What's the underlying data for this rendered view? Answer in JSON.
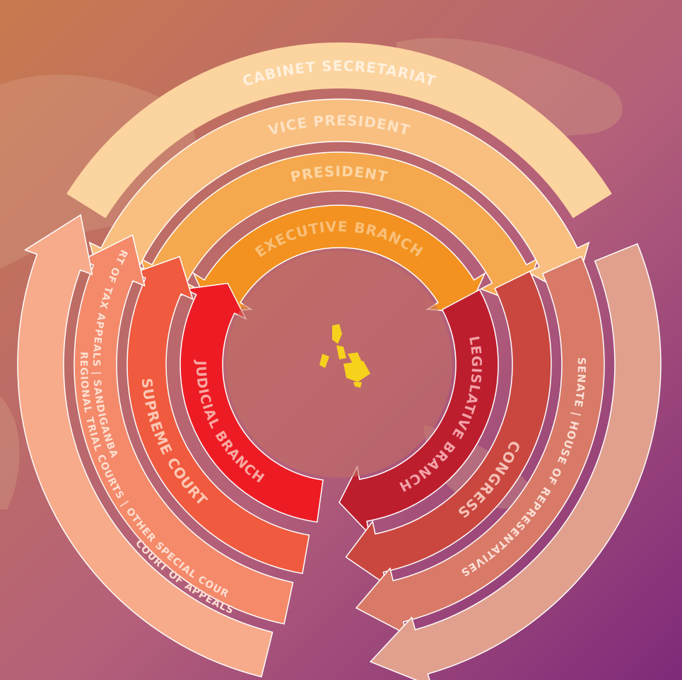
{
  "background": {
    "top_left": "#c97a4e",
    "mid": "#b4607a",
    "bottom_right": "#7f2a7a"
  },
  "center_map": {
    "icon": "philippines-map-icon",
    "color": "#f7d21c"
  },
  "branches": {
    "executive": {
      "rings": [
        {
          "id": "executive-branch",
          "label": "EXECUTIVE BRANCH",
          "color": "#f39220",
          "text_color": "#f9c07a"
        },
        {
          "id": "president",
          "label": "PRESIDENT",
          "color": "#f6a84e",
          "text_color": "#fcd7a6"
        },
        {
          "id": "vice-president",
          "label": "VICE PRESIDENT",
          "color": "#f9bf80",
          "text_color": "#fde3c4"
        },
        {
          "id": "cabinet-secretariat",
          "label": "CABINET SECRETARIAT",
          "color": "#fcd4a0",
          "text_color": "#fff1de"
        }
      ]
    },
    "legislative": {
      "rings": [
        {
          "id": "legislative-branch",
          "label": "LEGISLATIVE BRANCH",
          "color": "#bd1e2e",
          "text_color": "#f2a1a7"
        },
        {
          "id": "congress",
          "label": "CONGRESS",
          "color": "#c9473f",
          "text_color": "#f4c0b6"
        },
        {
          "id": "senate-house",
          "label": "SENATE  |  HOUSE OF REPRESENTATIVES",
          "color": "#d97a68",
          "text_color": "#fbe0d6"
        },
        {
          "id": "legislative-outer",
          "label": "",
          "color": "#e1a08e",
          "text_color": "#fbe0d6"
        }
      ]
    },
    "judicial": {
      "rings": [
        {
          "id": "judicial-branch",
          "label": "JUDICIAL BRANCH",
          "color": "#ed1c24",
          "text_color": "#f8a9a3"
        },
        {
          "id": "supreme-court",
          "label": "SUPREME COURT",
          "color": "#f05a3e",
          "text_color": "#fcc8b4"
        },
        {
          "id": "appeals-line-1",
          "label": "COURT OF TAX APPEALS | SANDIGANBAYAN",
          "color": "#f48a6a",
          "text_color": "#fde0d2"
        },
        {
          "id": "appeals-line-2",
          "label": "SREGIONAL TRIAL COURTS | OTHER SPECIAL COURTS",
          "color": "#f48a6a",
          "text_color": "#fde0d2"
        },
        {
          "id": "appeals-line-3",
          "label": "COURT OF APPEALS",
          "color": "#f48a6a",
          "text_color": "#fde0d2"
        },
        {
          "id": "judicial-outer",
          "label": "",
          "color": "#f7ab8b",
          "text_color": "#fde0d2"
        }
      ]
    }
  }
}
